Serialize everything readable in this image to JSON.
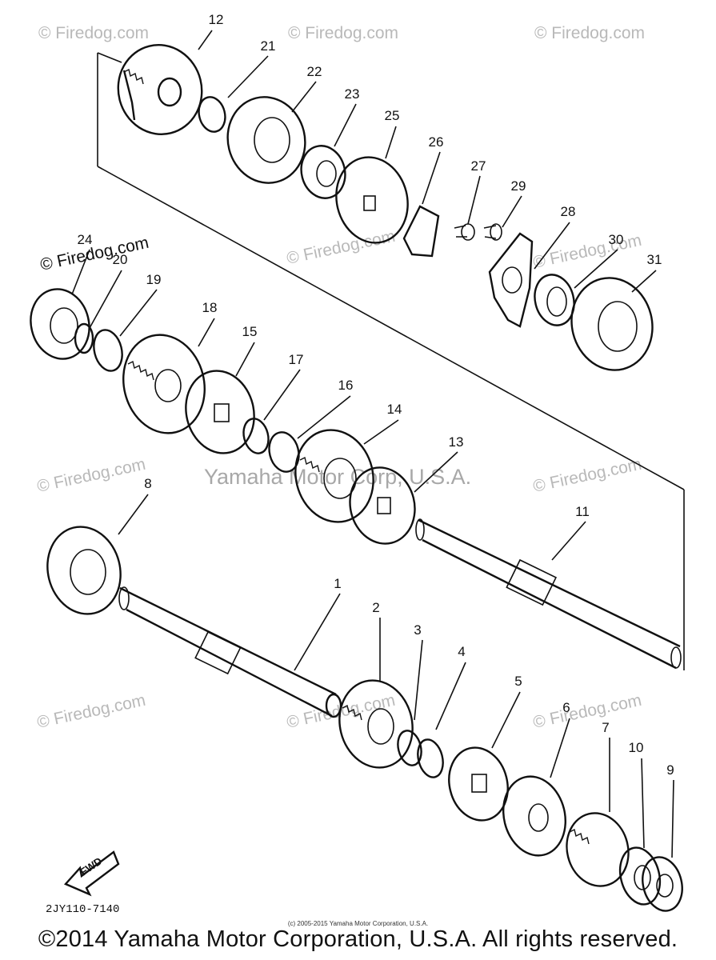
{
  "watermark": "© Firedog.com",
  "center_watermark": "Yamaha Motor Corp, U.S.A.",
  "diagram_code": "2JY110-7140",
  "fwd_label": "FWD",
  "part_callouts": [
    {
      "id": "c12",
      "label": "12"
    },
    {
      "id": "c21",
      "label": "21"
    },
    {
      "id": "c22",
      "label": "22"
    },
    {
      "id": "c23",
      "label": "23"
    },
    {
      "id": "c25",
      "label": "25"
    },
    {
      "id": "c26",
      "label": "26"
    },
    {
      "id": "c27",
      "label": "27"
    },
    {
      "id": "c29",
      "label": "29"
    },
    {
      "id": "c28",
      "label": "28"
    },
    {
      "id": "c30",
      "label": "30"
    },
    {
      "id": "c31",
      "label": "31"
    },
    {
      "id": "c24",
      "label": "24"
    },
    {
      "id": "c20",
      "label": "20"
    },
    {
      "id": "c19",
      "label": "19"
    },
    {
      "id": "c18",
      "label": "18"
    },
    {
      "id": "c15",
      "label": "15"
    },
    {
      "id": "c17",
      "label": "17"
    },
    {
      "id": "c16",
      "label": "16"
    },
    {
      "id": "c14",
      "label": "14"
    },
    {
      "id": "c13",
      "label": "13"
    },
    {
      "id": "c11",
      "label": "11"
    },
    {
      "id": "c8",
      "label": "8"
    },
    {
      "id": "c1",
      "label": "1"
    },
    {
      "id": "c2",
      "label": "2"
    },
    {
      "id": "c3",
      "label": "3"
    },
    {
      "id": "c4",
      "label": "4"
    },
    {
      "id": "c5",
      "label": "5"
    },
    {
      "id": "c6",
      "label": "6"
    },
    {
      "id": "c7",
      "label": "7"
    },
    {
      "id": "c10",
      "label": "10"
    },
    {
      "id": "c9",
      "label": "9"
    }
  ],
  "small_copyright": "(c) 2005-2015 Yamaha Motor Corporation, U.S.A.",
  "footer_copyright": "©2014 Yamaha Motor Corporation, U.S.A. All rights reserved."
}
